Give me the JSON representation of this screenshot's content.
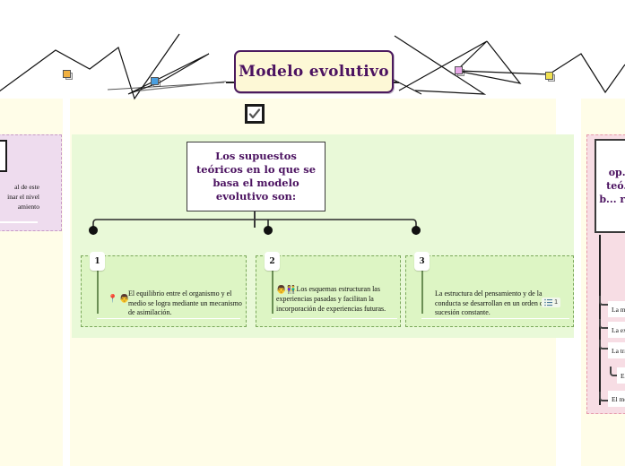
{
  "title": {
    "text": "Modelo evolutivo"
  },
  "checkbox": {
    "name": "checkmark",
    "checked": true
  },
  "statement": {
    "text": "Los supuestos teóricos en lo que se basa el modelo evolutivo son:"
  },
  "children": [
    {
      "number": "1",
      "text": "El equilibrio entre el organismo y el medio se logra mediante un mecanismo de asimilación.",
      "icons": [
        "pin-icon",
        "person-icon"
      ]
    },
    {
      "number": "2",
      "text": "Los esquemas estructuran las experiencias pasadas y facilitan la incorporación de experiencias futuras.",
      "icons": [
        "person-icon",
        "people-icon"
      ]
    },
    {
      "number": "3",
      "text": "La estructura del pensamiento y de la conducta se desarrollan en un orden de sucesión constante.",
      "icons": [],
      "list_badge": {
        "icon": "list-icon",
        "count": "1"
      }
    }
  ],
  "left_panel": {
    "text_lines": [
      "al de este",
      "inar el nivel",
      "amiento"
    ]
  },
  "right_panel": {
    "heading": "op... c... teó... d... b... r... cu...",
    "items": [
      {
        "text": "La ma",
        "indented": false
      },
      {
        "text": "La ex",
        "indented": false
      },
      {
        "text": "La tra",
        "indented": false
      },
      {
        "text": "E",
        "indented": true
      },
      {
        "text": "El me",
        "indented": false
      }
    ]
  },
  "markers": [
    {
      "name": "orange-marker",
      "color": "#f0b040"
    },
    {
      "name": "blue-marker",
      "color": "#4a9fe0"
    },
    {
      "name": "pink-marker",
      "color": "#e8a8e8"
    },
    {
      "name": "yellow-marker",
      "color": "#f0e050"
    }
  ],
  "colors": {
    "canvas": "#ffffff",
    "sheet": "#fffde8",
    "green_region": "#e9f9d8",
    "title_fill": "#fdf8d6",
    "title_border": "#4b1a5e",
    "title_text": "#4b1260",
    "child_fill": "#ddf5c4",
    "child_border": "#7aa85a",
    "left_panel": "#eedcee",
    "right_panel": "#f7dde4"
  }
}
